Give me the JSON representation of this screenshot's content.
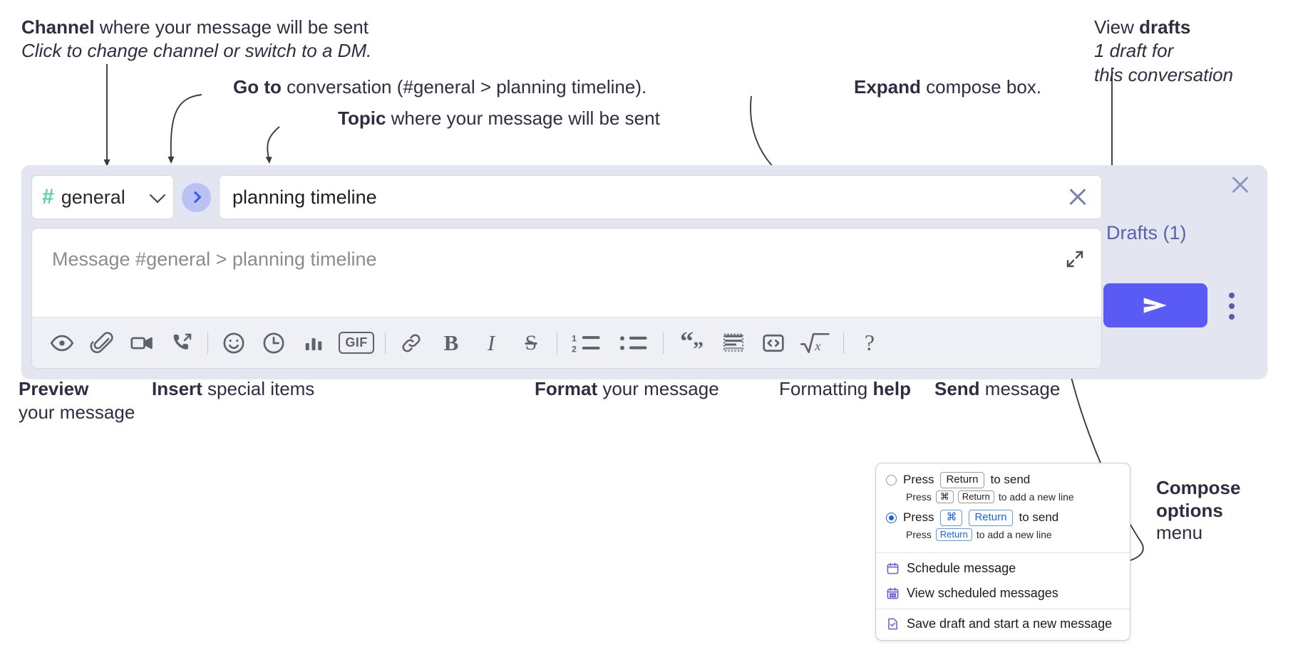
{
  "annotations": {
    "channel": {
      "bold": "Channel",
      "rest": " where your message will be sent",
      "italic": "Click to change channel or switch to a DM."
    },
    "goto": {
      "bold": "Go to",
      "rest": " conversation (#general > planning timeline)."
    },
    "topic": {
      "bold": "Topic",
      "rest": " where your message will be sent"
    },
    "expand": {
      "bold": "Expand",
      "rest": " compose box."
    },
    "drafts": {
      "pre": "View ",
      "bold": "drafts",
      "italic1": "1 draft for",
      "italic2": "this conversation"
    },
    "preview": {
      "bold": "Preview",
      "rest": "your message"
    },
    "insert": {
      "bold": "Insert",
      "rest": " special items"
    },
    "format": {
      "bold": "Format",
      "rest": " your message"
    },
    "help": {
      "pre": "Formatting ",
      "bold": "help"
    },
    "send": {
      "bold": "Send",
      "rest": " message"
    },
    "compose_options": {
      "bold1": "Compose",
      "bold2": "options",
      "rest": "menu"
    }
  },
  "compose": {
    "channel": {
      "hash": "#",
      "name": "general",
      "chevron_icon": "chevron-down-icon"
    },
    "goto_button": {
      "icon": "chevron-right-icon"
    },
    "topic": {
      "value": "planning timeline",
      "clear_icon": "close-icon"
    },
    "message": {
      "placeholder": "Message #general > planning timeline",
      "expand_icon": "expand-icon"
    },
    "toolbar": [
      {
        "name": "preview-message",
        "icon": "eye-icon"
      },
      {
        "name": "attach-file",
        "icon": "paperclip-icon"
      },
      {
        "name": "record-video",
        "icon": "video-camera-icon"
      },
      {
        "name": "record-audio",
        "icon": "phone-arrow-icon"
      },
      {
        "name": "separator-1",
        "icon": "divider"
      },
      {
        "name": "emoji",
        "icon": "smiley-icon"
      },
      {
        "name": "mention-time",
        "icon": "clock-icon"
      },
      {
        "name": "poll",
        "icon": "bar-chart-icon"
      },
      {
        "name": "gif",
        "icon": "gif-icon"
      },
      {
        "name": "separator-2",
        "icon": "divider"
      },
      {
        "name": "link",
        "icon": "link-icon"
      },
      {
        "name": "bold",
        "icon": "bold-icon"
      },
      {
        "name": "italic",
        "icon": "italic-icon"
      },
      {
        "name": "strikethrough",
        "icon": "strikethrough-icon"
      },
      {
        "name": "separator-3",
        "icon": "divider"
      },
      {
        "name": "ordered-list",
        "icon": "ordered-list-icon"
      },
      {
        "name": "bulleted-list",
        "icon": "bulleted-list-icon"
      },
      {
        "name": "separator-4",
        "icon": "divider"
      },
      {
        "name": "blockquote",
        "icon": "quote-icon"
      },
      {
        "name": "code-block",
        "icon": "code-block-icon"
      },
      {
        "name": "code-snippet",
        "icon": "code-brackets-icon"
      },
      {
        "name": "math",
        "icon": "square-root-icon"
      },
      {
        "name": "separator-5",
        "icon": "divider"
      },
      {
        "name": "formatting-help",
        "icon": "question-mark-icon"
      }
    ],
    "gif_label": "GIF",
    "bold_label": "B",
    "italic_label": "I",
    "strike_label": "S",
    "help_label": "?",
    "list_num_1": "1",
    "list_num_2": "2",
    "right_panel": {
      "close_icon": "close-icon",
      "drafts_label": "Drafts (1)",
      "send_icon": "send-paper-plane-icon",
      "kebab_icon": "kebab-menu-icon"
    }
  },
  "options_menu": {
    "option1": {
      "selected": false,
      "pre": "Press",
      "key": "Return",
      "post": "to send",
      "sub_pre": "Press",
      "sub_key1": "⌘",
      "sub_key2": "Return",
      "sub_post": "to add a new line"
    },
    "option2": {
      "selected": true,
      "pre": "Press",
      "key1": "⌘",
      "key2": "Return",
      "post": "to send",
      "sub_pre": "Press",
      "sub_key": "Return",
      "sub_post": "to add a new line"
    },
    "items": [
      {
        "label": "Schedule message",
        "icon": "calendar-icon"
      },
      {
        "label": "View scheduled messages",
        "icon": "calendar-grid-icon"
      },
      {
        "label": "Save draft and start a new message",
        "icon": "file-check-icon"
      }
    ]
  },
  "colors": {
    "widget_bg": "#e3e5f1",
    "send_purple": "#5a5af5",
    "drafts_purple": "#5b63a8",
    "channel_green": "#5fd39a",
    "goto_blue": "#b9c2f2",
    "radio_blue": "#1264f0",
    "text_dark": "#2f2d42"
  }
}
